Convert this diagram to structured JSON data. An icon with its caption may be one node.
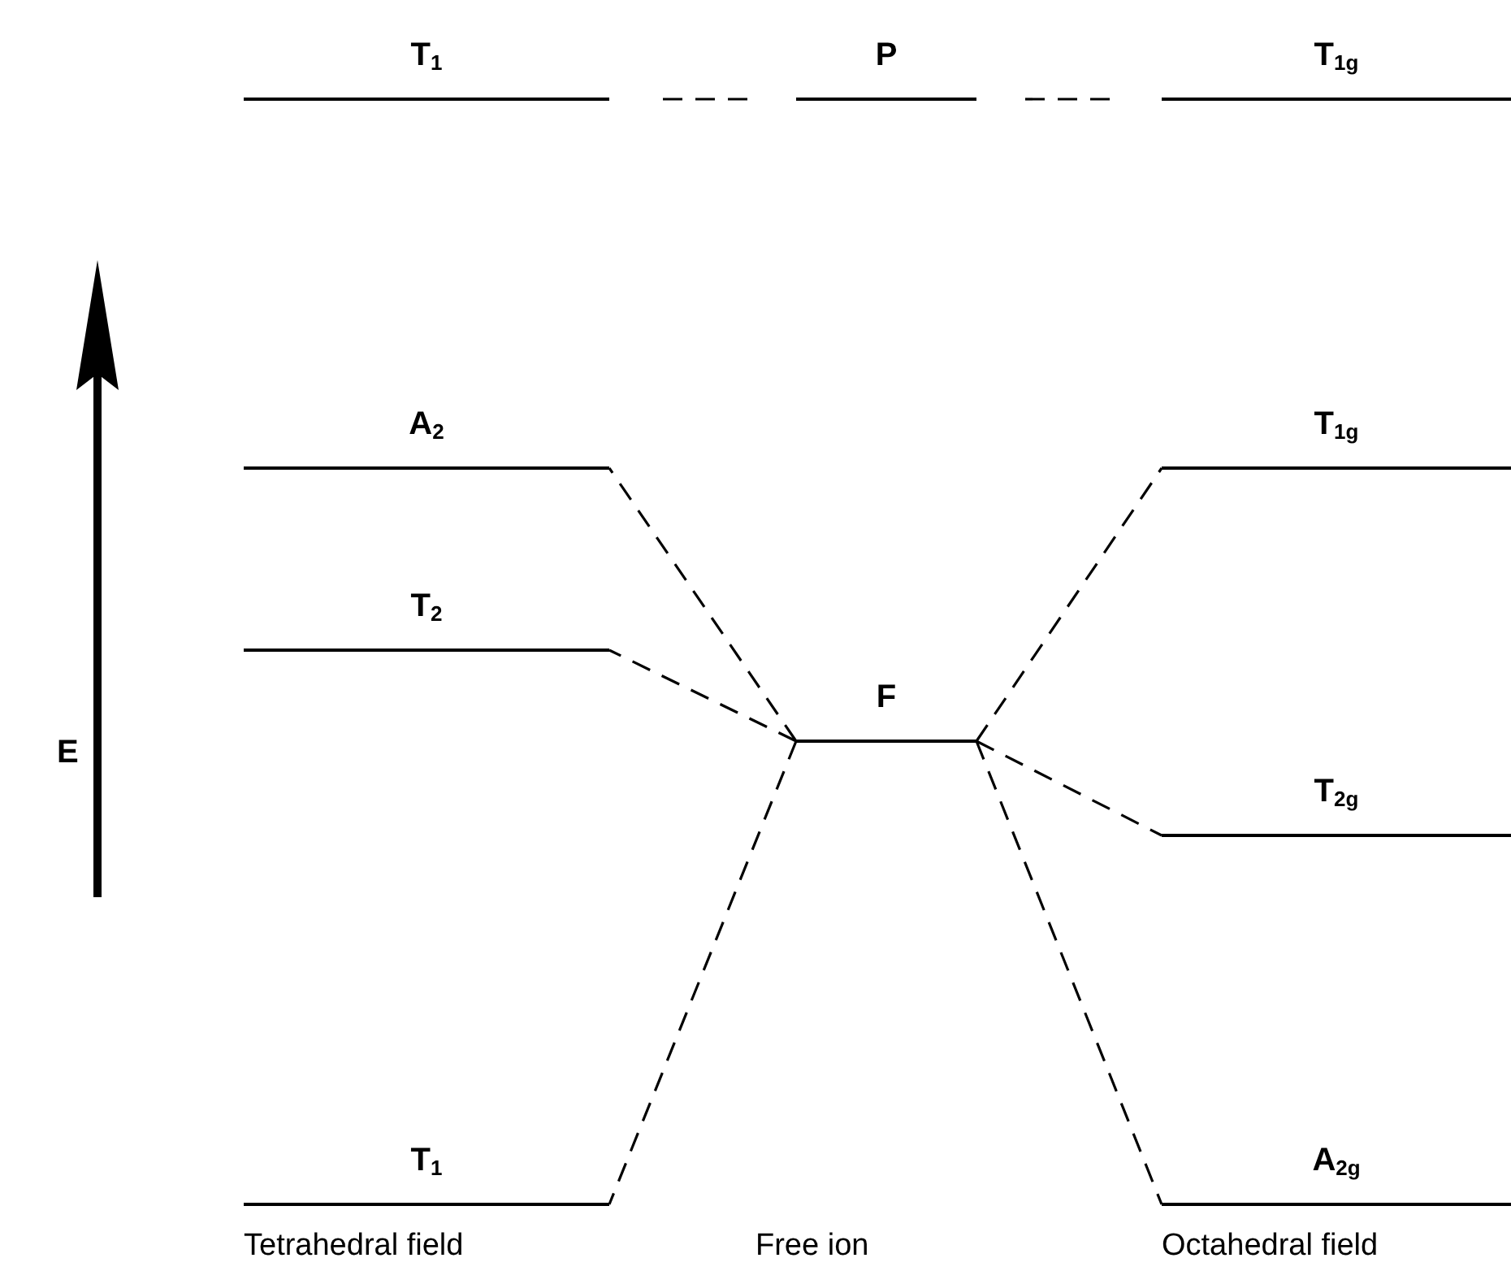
{
  "diagram": {
    "nodes": [
      {
        "text": [
          "T$_{1}$"
        ]
      },
      {
        "text": [
          "P"
        ]
      },
      {
        "text": [
          "T$_{1g}$"
        ]
      },
      {
        "text": [
          "A$_{2}$"
        ]
      },
      {
        "text": [
          "T$_{2}$"
        ]
      },
      {
        "text": [
          "F"
        ]
      },
      {
        "text": [
          "T$_{1}$"
        ]
      },
      {
        "text": [
          "T$_{1g}$"
        ]
      },
      {
        "text": [
          "T$_{2g}$"
        ]
      },
      {
        "text": [
          "A$_{2g}$"
        ]
      }
    ],
    "edges": [
      {
        "from": 1,
        "to": 0,
        "arrow": "none",
        "style": "dashed"
      },
      {
        "from": 1,
        "to": 2,
        "arrow": "none",
        "style": "dashed"
      },
      {
        "from": 5,
        "to": 3,
        "arrow": "none",
        "style": "dashed"
      },
      {
        "from": 5,
        "to": 4,
        "arrow": "none",
        "style": "dashed"
      },
      {
        "from": 5,
        "to": 6,
        "arrow": "none",
        "style": "dashed"
      },
      {
        "from": 5,
        "to": 7,
        "arrow": "none",
        "style": "dashed"
      },
      {
        "from": 5,
        "to": 8,
        "arrow": "none",
        "style": "dashed"
      },
      {
        "from": 5,
        "to": 9,
        "arrow": "none",
        "style": "dashed"
      }
    ],
    "labels": [
      "E",
      "Tetrahedral field",
      "Free ion",
      "Octahedral field"
    ]
  }
}
